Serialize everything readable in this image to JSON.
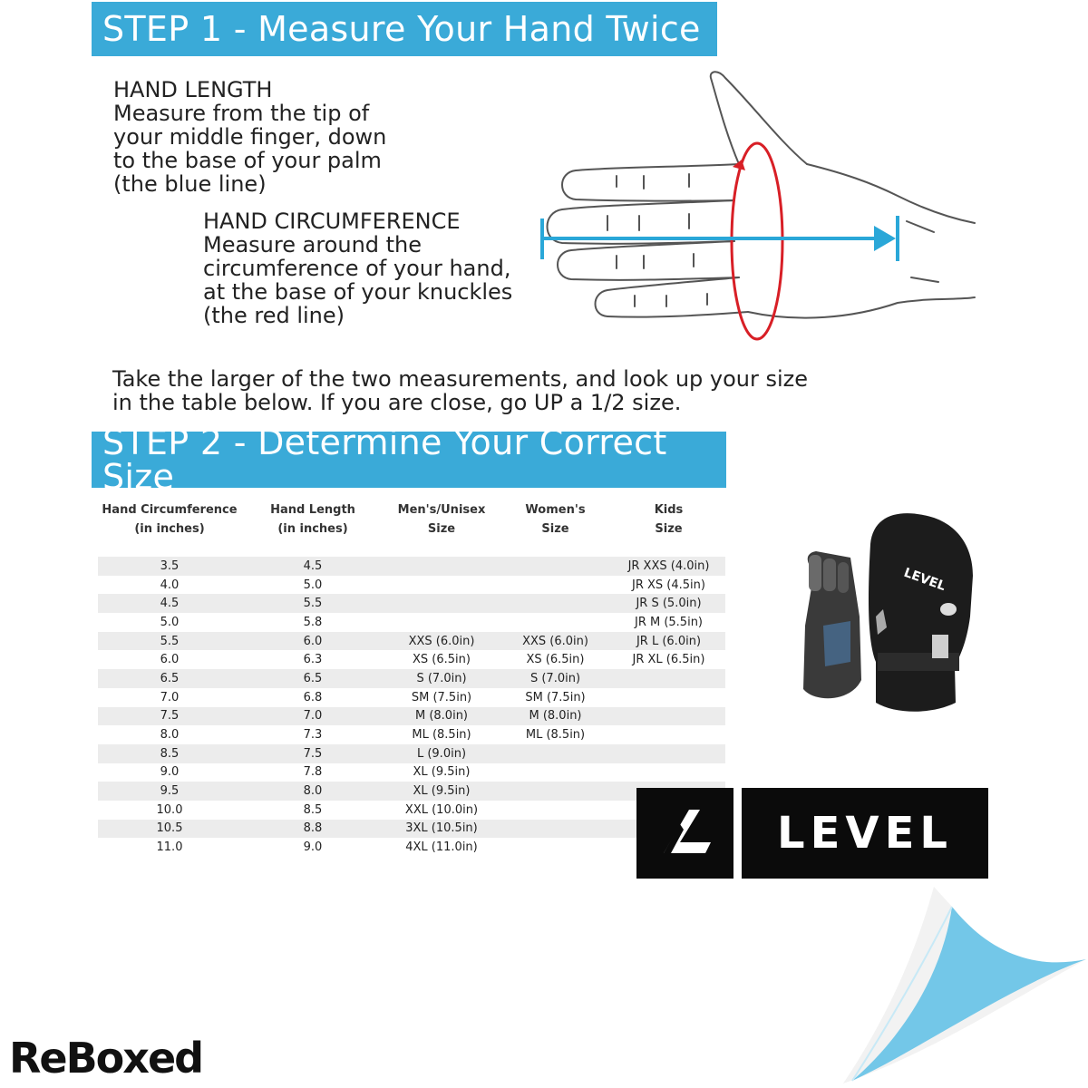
{
  "colors": {
    "accent": "#3aaad8",
    "blue_line": "#2aa7d8",
    "red_line": "#d81f26",
    "logo_bg": "#0b0b0b"
  },
  "step1": {
    "title": "STEP 1 - Measure Your Hand Twice"
  },
  "hand_length": {
    "lines": [
      "HAND LENGTH",
      "Measure from the tip of",
      "your middle finger, down",
      "to the base of your palm",
      "(the blue line)"
    ]
  },
  "hand_circumference": {
    "lines": [
      "HAND CIRCUMFERENCE",
      "Measure around the",
      "circumference of your hand,",
      "at the base of your knuckles",
      "(the red line)"
    ]
  },
  "note": {
    "lines": [
      "Take the larger of the two measurements, and look up your size",
      "in the table below. If you are close, go UP a 1/2 size."
    ]
  },
  "step2": {
    "title": "STEP 2 - Determine Your Correct Size"
  },
  "table": {
    "headers": [
      [
        "Hand Circumference",
        "(in inches)"
      ],
      [
        "Hand Length",
        "(in inches)"
      ],
      [
        "Men's/Unisex",
        "Size"
      ],
      [
        "Women's",
        "Size"
      ],
      [
        "Kids",
        "Size"
      ]
    ],
    "rows": [
      [
        "3.5",
        "4.5",
        "",
        "",
        "JR XXS (4.0in)"
      ],
      [
        "4.0",
        "5.0",
        "",
        "",
        "JR XS (4.5in)"
      ],
      [
        "4.5",
        "5.5",
        "",
        "",
        "JR S (5.0in)"
      ],
      [
        "5.0",
        "5.8",
        "",
        "",
        "JR M (5.5in)"
      ],
      [
        "5.5",
        "6.0",
        "XXS (6.0in)",
        "XXS (6.0in)",
        "JR L (6.0in)"
      ],
      [
        "6.0",
        "6.3",
        "XS (6.5in)",
        "XS (6.5in)",
        "JR XL (6.5in)"
      ],
      [
        "6.5",
        "6.5",
        "S (7.0in)",
        "S (7.0in)",
        ""
      ],
      [
        "7.0",
        "6.8",
        "SM (7.5in)",
        "SM (7.5in)",
        ""
      ],
      [
        "7.5",
        "7.0",
        "M (8.0in)",
        "M (8.0in)",
        ""
      ],
      [
        "8.0",
        "7.3",
        "ML (8.5in)",
        "ML (8.5in)",
        ""
      ],
      [
        "8.5",
        "7.5",
        "L (9.0in)",
        "",
        ""
      ],
      [
        "9.0",
        "7.8",
        "XL (9.5in)",
        "",
        ""
      ],
      [
        "9.5",
        "8.0",
        "XL (9.5in)",
        "",
        ""
      ],
      [
        "10.0",
        "8.5",
        "XXL (10.0in)",
        "",
        ""
      ],
      [
        "10.5",
        "8.8",
        "3XL (10.5in)",
        "",
        ""
      ],
      [
        "11.0",
        "9.0",
        "4XL (11.0in)",
        "",
        ""
      ]
    ]
  },
  "brand": {
    "logo_word": "LEVEL",
    "glove_label": "LEVEL"
  },
  "watermark": {
    "text": "ReBoxed"
  },
  "icons": {
    "hand": "hand-diagram-icon",
    "glove": "glove-icon",
    "logo_mark": "level-mark-icon",
    "corner": "page-curl-icon"
  }
}
